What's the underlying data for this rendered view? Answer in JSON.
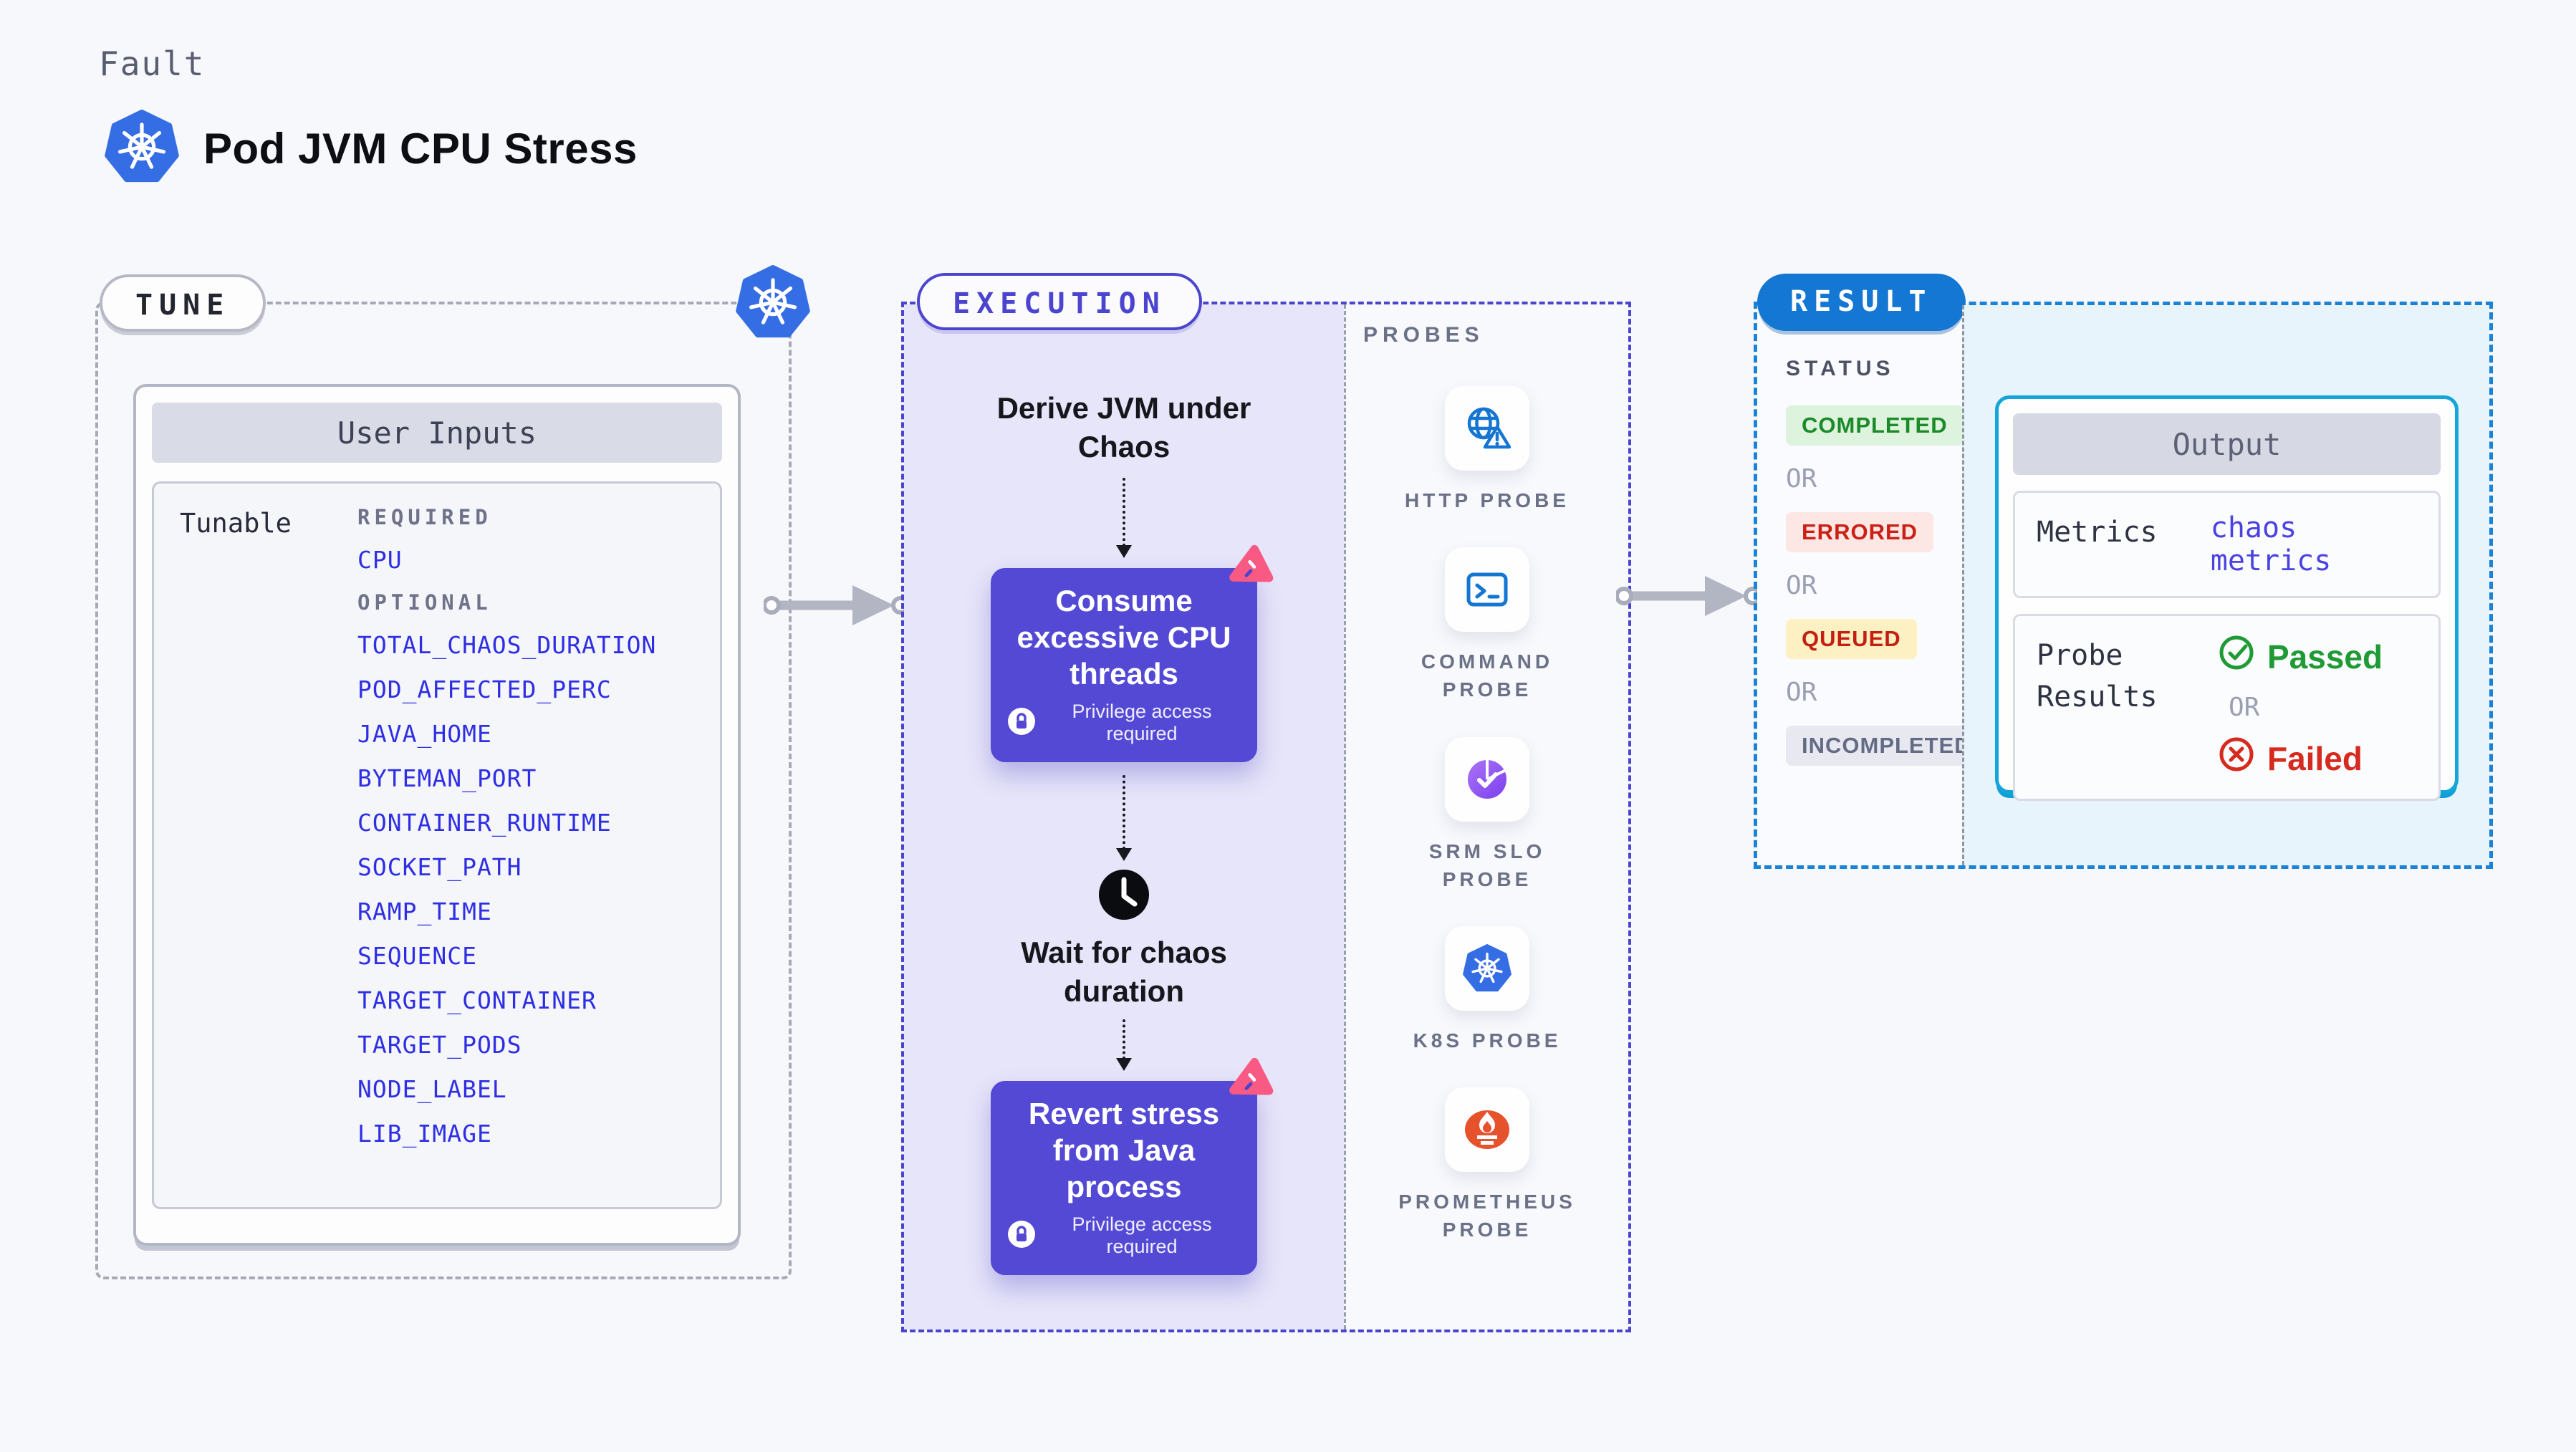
{
  "colors": {
    "page_bg": "#f7f8fc",
    "accent_indigo": "#4b44cf",
    "action_box_indigo": "#5349d4",
    "lavender_bg": "#e6e5f9",
    "accent_blue": "#1377d3",
    "accent_cyan": "#14a6da",
    "cyan_bg": "#e7f4fb",
    "param_blue": "#2e2ee4",
    "pink": "#f85a84",
    "green": "#1f9a34",
    "red": "#d62a1e",
    "k8s_blue": "#356de4",
    "prometheus_orange": "#e6522c",
    "srm_purple": "#8b4bf0",
    "completed_green": "#1b8a28",
    "queued_yellow_bg": "#fdf0c2"
  },
  "header": {
    "kicker": "Fault",
    "title": "Pod JVM CPU Stress"
  },
  "tune": {
    "badge": "TUNE",
    "card_title": "User Inputs",
    "row_label": "Tunable",
    "required_label": "REQUIRED",
    "required_params": [
      "CPU"
    ],
    "optional_label": "OPTIONAL",
    "optional_params": [
      "TOTAL_CHAOS_DURATION",
      "POD_AFFECTED_PERC",
      "JAVA_HOME",
      "BYTEMAN_PORT",
      "CONTAINER_RUNTIME",
      "SOCKET_PATH",
      "RAMP_TIME",
      "SEQUENCE",
      "TARGET_CONTAINER",
      "TARGET_PODS",
      "NODE_LABEL",
      "LIB_IMAGE"
    ]
  },
  "execution": {
    "badge": "EXECUTION",
    "flow": {
      "step1": "Derive JVM under Chaos",
      "action1": "Consume excessive CPU threads",
      "privilege_note": "Privilege access required",
      "wait_step": "Wait for chaos duration",
      "action2": "Revert stress from Java process"
    },
    "probes": {
      "label": "PROBES",
      "items": [
        "HTTP PROBE",
        "COMMAND PROBE",
        "SRM SLO PROBE",
        "K8S PROBE",
        "PROMETHEUS PROBE"
      ]
    }
  },
  "result": {
    "badge": "RESULT",
    "status_label": "STATUS",
    "or_label": "OR",
    "statuses": [
      "COMPLETED",
      "ERRORED",
      "QUEUED",
      "INCOMPLETED"
    ],
    "output": {
      "title": "Output",
      "metrics_label": "Metrics",
      "metrics_value": "chaos metrics",
      "probe_results_label": "Probe Results",
      "passed": "Passed",
      "failed": "Failed",
      "or_label": "OR"
    }
  }
}
